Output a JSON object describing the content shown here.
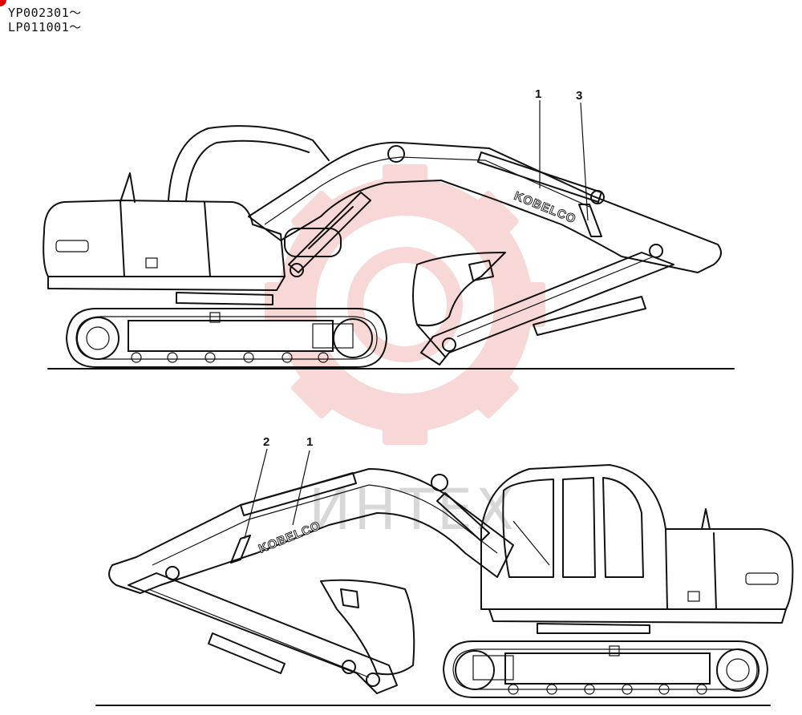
{
  "serials": [
    "YP002301～",
    "LP011001～"
  ],
  "top_view": {
    "callouts": [
      "1",
      "3"
    ],
    "brand": "KOBELCO"
  },
  "bottom_view": {
    "callouts": [
      "2",
      "1"
    ],
    "brand": "KOBELCO"
  },
  "watermark": {
    "text": "ИНТЕХ",
    "color": "#f0c8c8"
  }
}
